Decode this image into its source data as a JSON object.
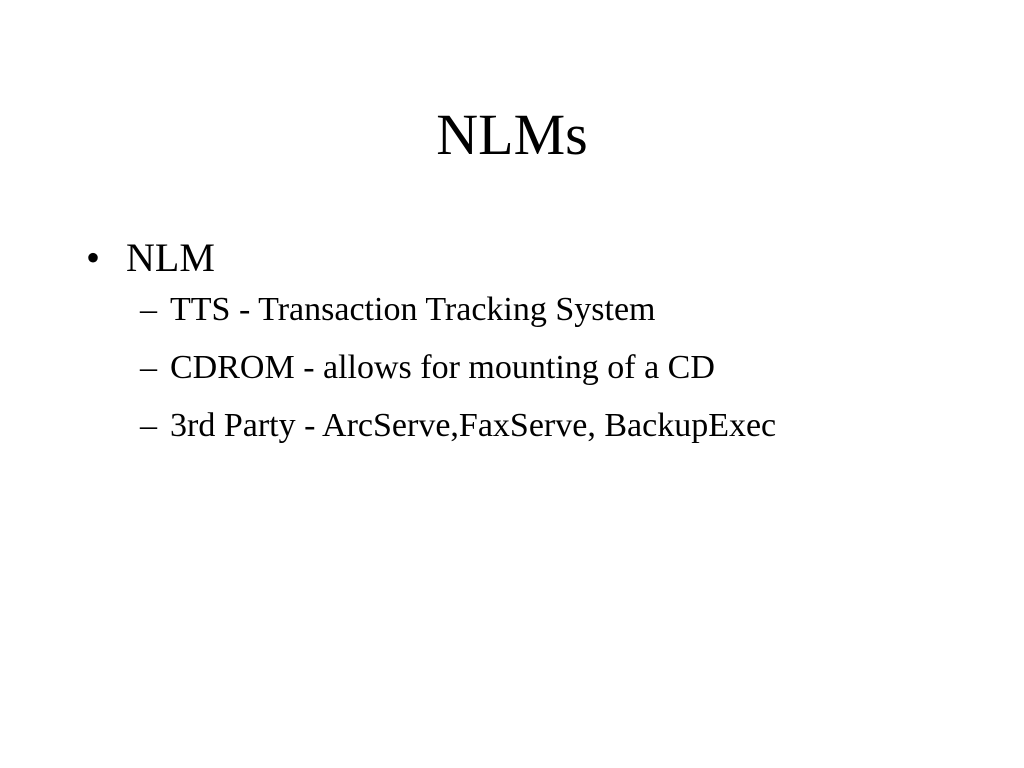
{
  "slide": {
    "title": "NLMs",
    "bullets": [
      {
        "marker": "•",
        "text": "NLM",
        "sub_items": [
          {
            "marker": "–",
            "text": "TTS - Transaction Tracking System"
          },
          {
            "marker": "–",
            "text": "CDROM - allows for mounting of a CD"
          },
          {
            "marker": "–",
            "text": "3rd Party - ArcServe,FaxServe, BackupExec"
          }
        ]
      }
    ]
  }
}
